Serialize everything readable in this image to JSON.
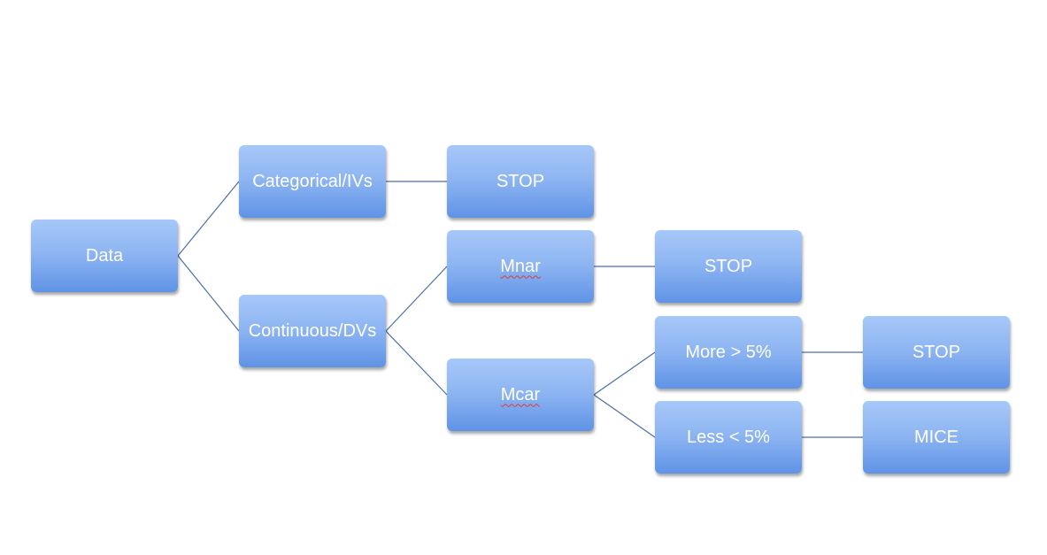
{
  "diagram": {
    "nodes": {
      "data": "Data",
      "categorical": "Categorical/IVs",
      "continuous": "Continuous/DVs",
      "stop_categorical": "STOP",
      "mnar": "Mnar",
      "mcar": "Mcar",
      "stop_mnar": "STOP",
      "more": "More > 5%",
      "less": "Less < 5%",
      "stop_more": "STOP",
      "mice": "MICE"
    },
    "edges": [
      [
        "data",
        "categorical"
      ],
      [
        "data",
        "continuous"
      ],
      [
        "categorical",
        "stop_categorical"
      ],
      [
        "continuous",
        "mnar"
      ],
      [
        "continuous",
        "mcar"
      ],
      [
        "mnar",
        "stop_mnar"
      ],
      [
        "mcar",
        "more"
      ],
      [
        "mcar",
        "less"
      ],
      [
        "more",
        "stop_more"
      ],
      [
        "less",
        "mice"
      ]
    ],
    "colors": {
      "node_top": "#a6c8f9",
      "node_bottom": "#5f93e6",
      "node_text": "#ffffff",
      "connector": "#4a6fa5"
    }
  }
}
